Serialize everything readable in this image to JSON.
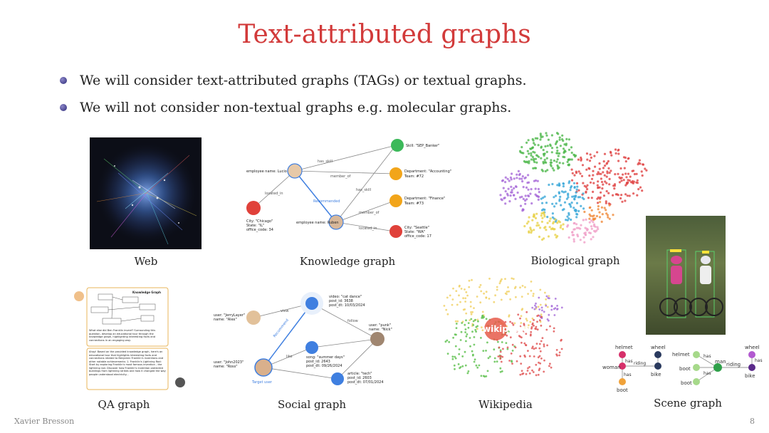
{
  "slide": {
    "title": "Text-attributed graphs",
    "bullets": [
      "We will consider text-attributed graphs (TAGs) or textual graphs.",
      "We will not consider non-textual graphs e.g. molecular graphs."
    ],
    "captions": {
      "web": "Web",
      "knowledge": "Knowledge graph",
      "biological": "Biological graph",
      "qa": "QA graph",
      "social": "Social graph",
      "wikipedia": "Wikipedia",
      "scene": "Scene graph"
    },
    "footer": {
      "author": "Xavier Bresson",
      "page": "8"
    }
  },
  "knowledge_graph": {
    "edges": [
      "has_skill",
      "member_of",
      "located_in",
      "Recommended",
      "has_skill",
      "member_of",
      "located_in"
    ],
    "nodes": [
      "employee name: Lucio",
      "employee name: Ruben",
      "Skill: \"SEP_Banker\"",
      "Department: \"Accounting\"",
      "Team: #72",
      "Department: \"Finance\"",
      "Team: #73",
      "City: \"Chicago\"",
      "State: \"IL\"",
      "office_code: 34",
      "City: \"Seattle\"",
      "State: \"WA\"",
      "office_code: 17"
    ]
  },
  "social_graph": {
    "nodes": [
      "video: \"cat dance\"",
      "post_id: 3638",
      "post_dt: 10/03/2024",
      "user: \"JerryLayer\"",
      "name: \"Alex\"",
      "user: \"punk\"",
      "name: \"Nick\"",
      "user: \"John2023\"",
      "name: \"Ross\"",
      "song: \"summer days\"",
      "post_id: 2643",
      "post_dt: 09/26/2024",
      "article: \"tech\"",
      "post_id: 2603",
      "post_dt: 07/01/2024"
    ],
    "labels": [
      "Target user",
      "Recommend",
      "view",
      "like",
      "follow"
    ]
  },
  "wikipedia": {
    "center": "wikipedia"
  },
  "scene_graph": {
    "labels": [
      "helmet",
      "has",
      "wheel",
      "woman",
      "riding",
      "bike",
      "boot",
      "has",
      "helmet",
      "has",
      "boot",
      "has",
      "man",
      "riding",
      "bike",
      "wheel",
      "has",
      "boot"
    ]
  },
  "qa_graph": {
    "title": "Knowledge Graph",
    "question": "What else did Ben Franklin invent? Surrounding this question, develop an educational tour through the knowledge graph, highlighting interesting facts and connections in an engaging way.",
    "answer": "Ahoy! Based on the provided knowledge graph, here's an educational tour that highlights interesting facts and connections related to Benjamin Franklin's inventions and other notable achievements: 1. Franklin's Lightning Rod: Start by exploring Franklin's most famous invention - the lightning rod. Discover how Franklin's invention protected buildings from lightning strikes and how it changed the way people understood electricity..."
  }
}
